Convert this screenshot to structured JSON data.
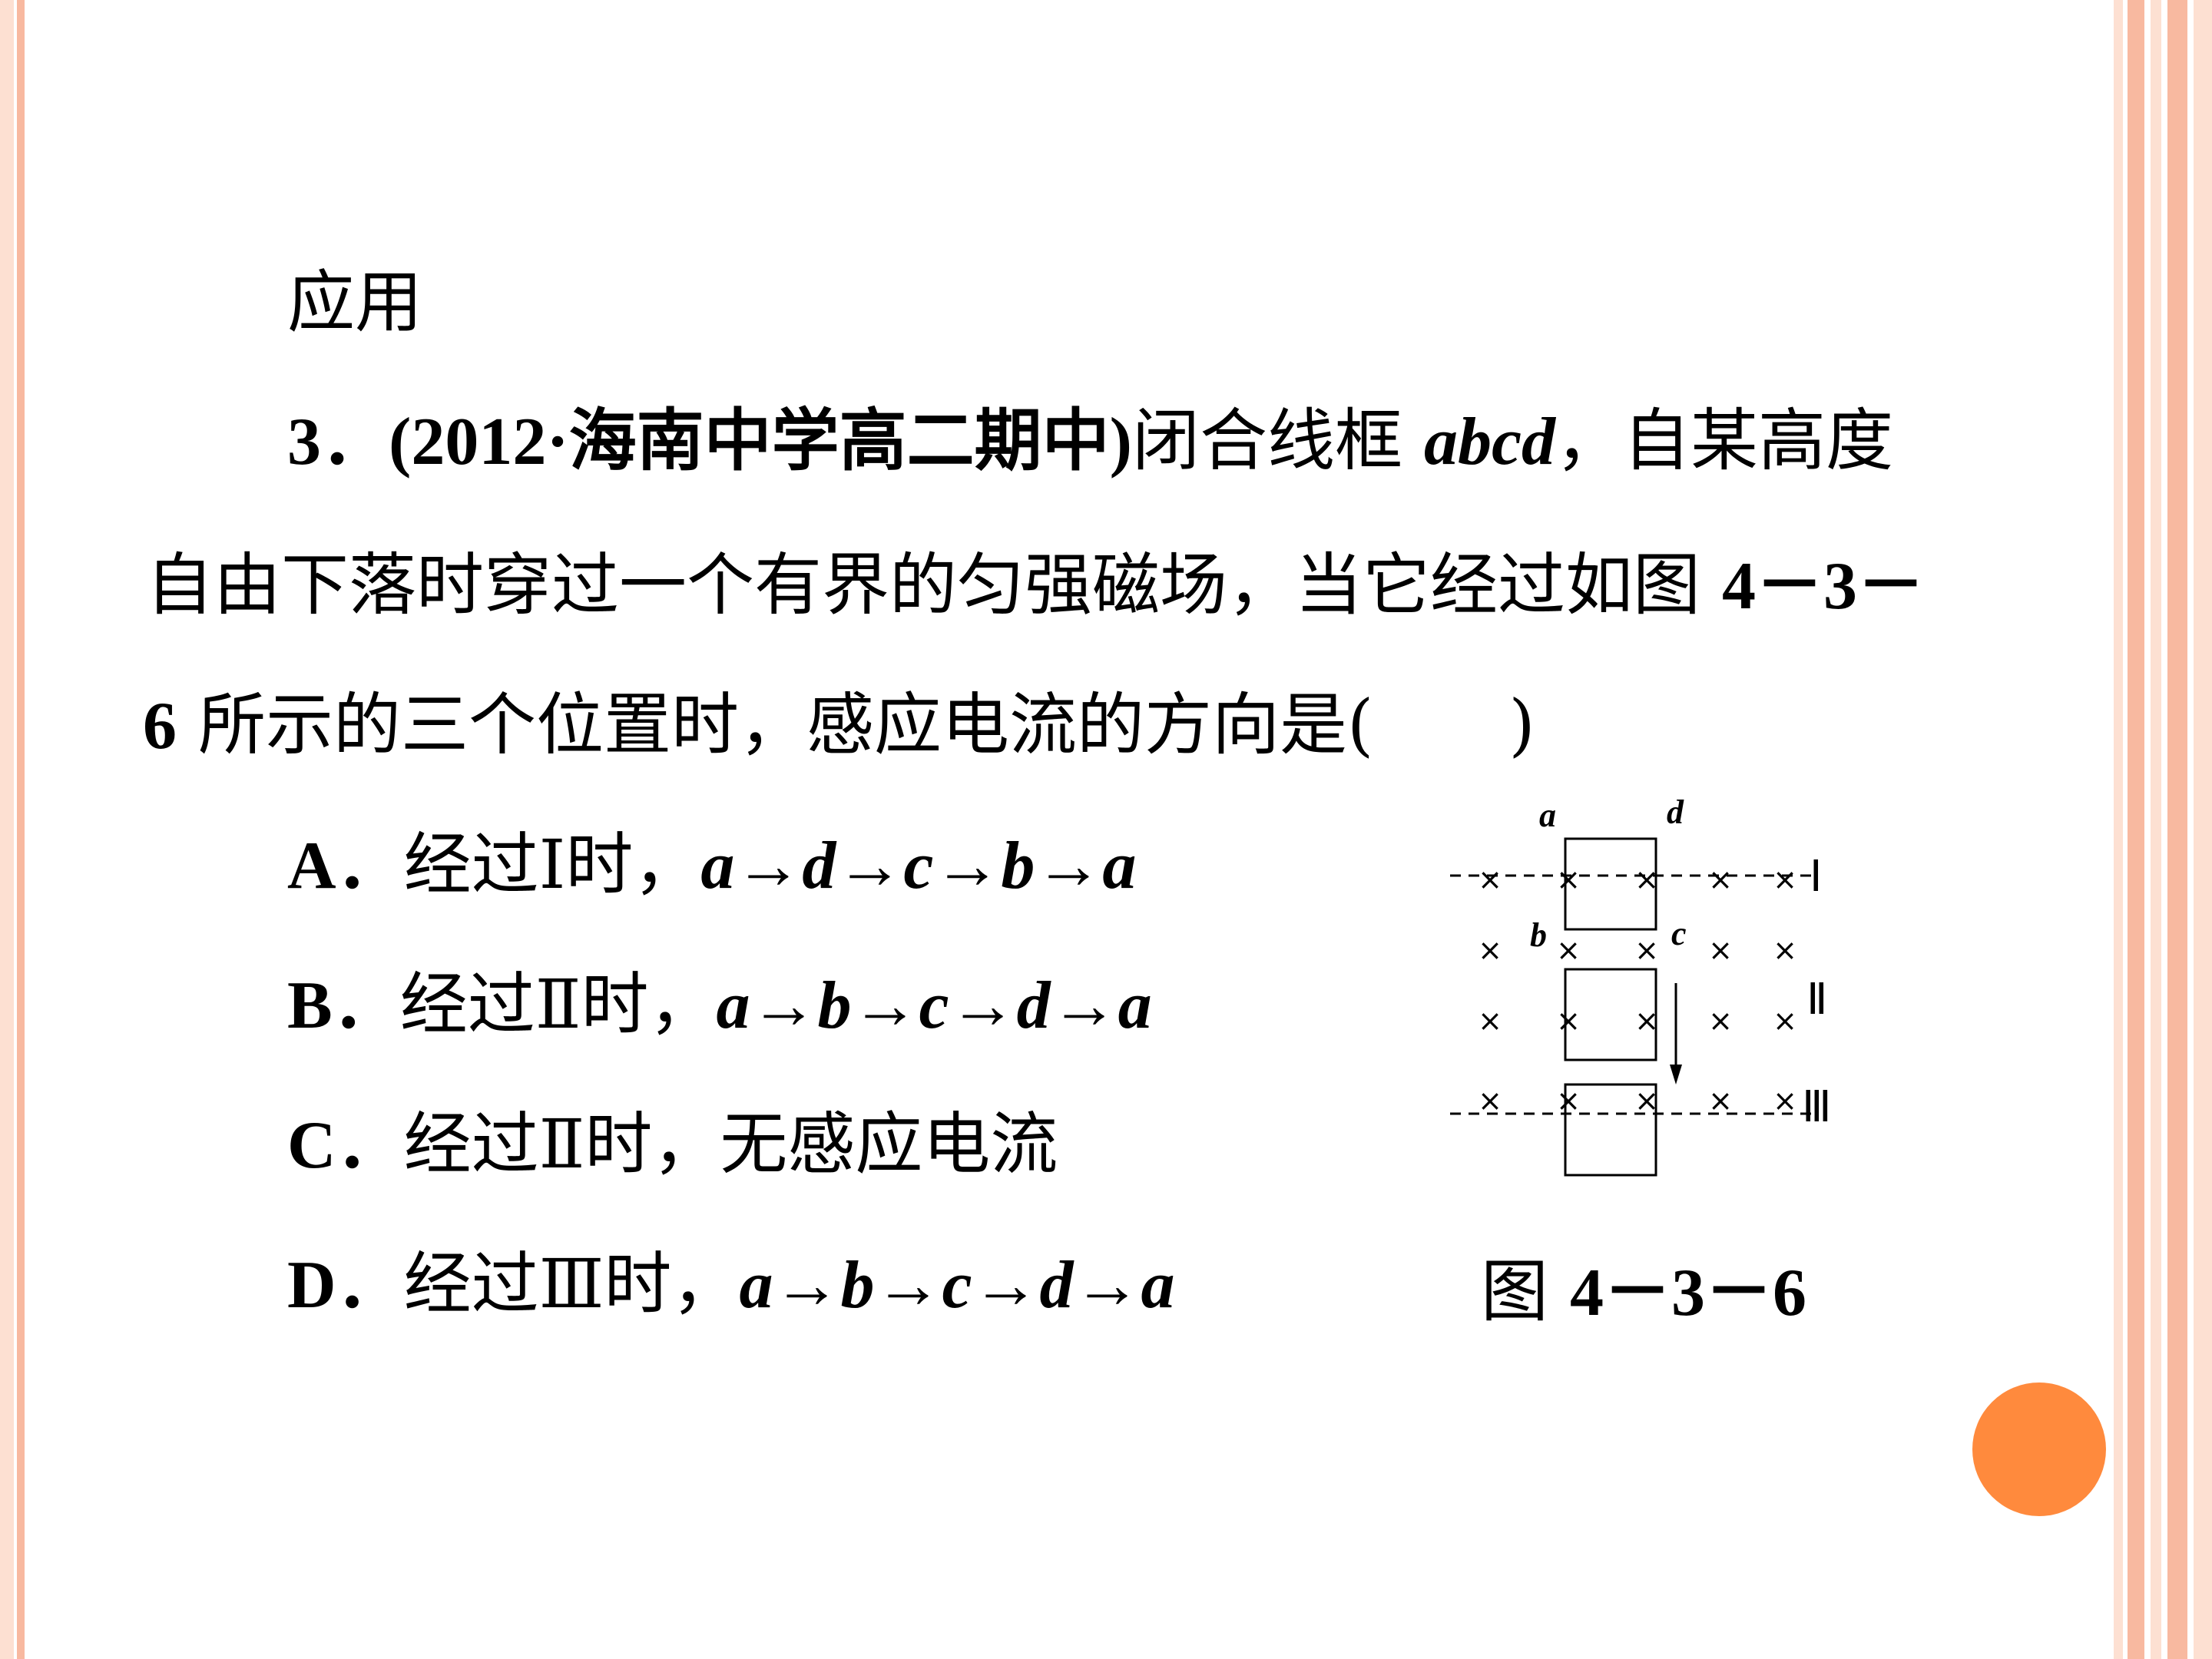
{
  "colors": {
    "border_light": "#fde0d2",
    "border_mid": "#f8b9a0",
    "accent_circle": "#ff8a3d"
  },
  "heading": "应用",
  "question": {
    "number": "3．",
    "source": "(2012·海南中学高二期中)",
    "line1_text": "闭合线框",
    "frame_name": "abcd",
    "line1_tail": "，自某高度",
    "line2": "自由下落时穿过一个有界的匀强磁场，当它经过如图",
    "line2_fig": "4－3－",
    "line3_fig": "6",
    "line3": "所示的三个位置时，感应电流的方向是(　　)"
  },
  "options": [
    {
      "label": "A．",
      "text": "经过Ⅰ时，",
      "path": "a→d→c→b→a"
    },
    {
      "label": "B．",
      "text": "经过Ⅱ时，",
      "path": "a→b→c→d→a"
    },
    {
      "label": "C．",
      "text": "经过Ⅱ时，无感应电流",
      "path": ""
    },
    {
      "label": "D．",
      "text": "经过Ⅲ时，",
      "path": "a→b→c→d→a"
    }
  ],
  "figure": {
    "corner_labels": {
      "a": "a",
      "d": "d",
      "b": "b",
      "c": "c"
    },
    "position_labels": [
      "Ⅰ",
      "Ⅱ",
      "Ⅲ"
    ],
    "field_symbol": "×",
    "caption_prefix": "图",
    "caption_number": "4－3－6"
  }
}
